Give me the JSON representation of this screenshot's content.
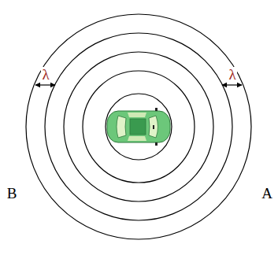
{
  "diagram": {
    "labels": [
      "λ",
      "λ",
      "B",
      "A"
    ]
  }
}
